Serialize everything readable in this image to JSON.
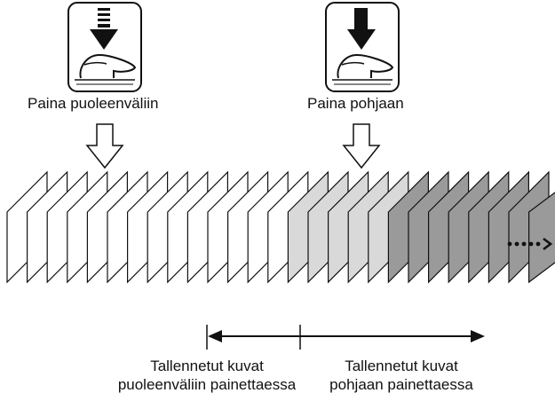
{
  "labels": {
    "half_press": "Paina puoleenväliin",
    "full_press": "Paina pohjaan",
    "saved_half_line1": "Tallennetut kuvat",
    "saved_half_line2": "puoleenväliin painettaessa",
    "saved_full_line1": "Tallennetut kuvat",
    "saved_full_line2": "pohjaan painettaessa"
  },
  "frames": {
    "count": 26,
    "shading": [
      "white",
      "white",
      "white",
      "white",
      "white",
      "white",
      "white",
      "white",
      "white",
      "white",
      "white",
      "white",
      "white",
      "white",
      "light",
      "light",
      "light",
      "light",
      "light",
      "dark",
      "dark",
      "dark",
      "dark",
      "dark",
      "dark",
      "dark"
    ],
    "final_frame": "dark"
  },
  "colors": {
    "white": "#ffffff",
    "light": "#d9d9d9",
    "dark": "#9a9a9a",
    "stroke": "#111111"
  },
  "icons": {
    "half_press": "shutter-half-press-icon",
    "full_press": "shutter-full-press-icon",
    "continue": "continuation-dots-arrow-icon"
  }
}
